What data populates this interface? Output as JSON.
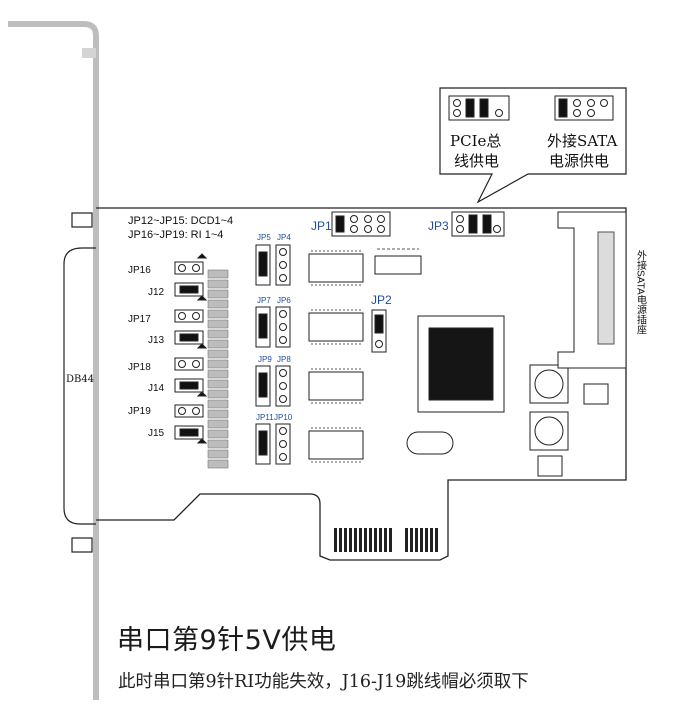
{
  "callout": {
    "pcie_label_line1": "PCIe总",
    "pcie_label_line2": "线供电",
    "sata_label_line1": "外接SATA",
    "sata_label_line2": "电源供电"
  },
  "board": {
    "header_line1": "JP12~JP15: DCD1~4",
    "header_line2": "JP16~JP19: RI 1~4",
    "connector_label": "DB44",
    "sata_vertical_label": "外接SATA电源插座",
    "jumper_labels": {
      "jp1": "JP1",
      "jp2": "JP2",
      "jp3": "JP3",
      "jp4": "JP4",
      "jp5": "JP5",
      "jp6": "JP6",
      "jp7": "JP7",
      "jp8": "JP8",
      "jp9": "JP9",
      "jp10": "JP10",
      "jp11": "JP11",
      "jp16": "JP16",
      "jp17": "JP17",
      "jp18": "JP18",
      "jp19": "JP19",
      "j12": "J12",
      "j13": "J13",
      "j14": "J14",
      "j15": "J15"
    }
  },
  "title": "串口第9针5V供电",
  "description": "此时串口第9针RI功能失效，J16-J19跳线帽必须取下"
}
